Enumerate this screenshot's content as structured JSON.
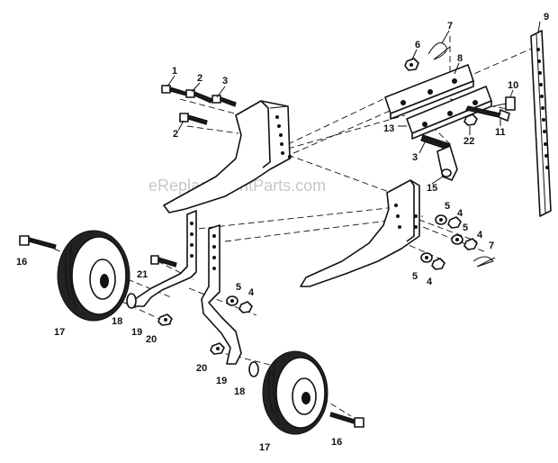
{
  "watermark": "eReplacementParts.com",
  "labels": [
    {
      "id": "c1",
      "text": "1"
    },
    {
      "id": "c2a",
      "text": "2"
    },
    {
      "id": "c3a",
      "text": "3"
    },
    {
      "id": "c2b",
      "text": "2"
    },
    {
      "id": "c6",
      "text": "6"
    },
    {
      "id": "c7a",
      "text": "7"
    },
    {
      "id": "c8",
      "text": "8"
    },
    {
      "id": "c9",
      "text": "9"
    },
    {
      "id": "c10",
      "text": "10"
    },
    {
      "id": "c11",
      "text": "11"
    },
    {
      "id": "c13",
      "text": "13"
    },
    {
      "id": "c22",
      "text": "22"
    },
    {
      "id": "c3b",
      "text": "3"
    },
    {
      "id": "c15",
      "text": "15"
    },
    {
      "id": "c5a",
      "text": "5"
    },
    {
      "id": "c4a",
      "text": "4"
    },
    {
      "id": "c5b",
      "text": "5"
    },
    {
      "id": "c4b",
      "text": "4"
    },
    {
      "id": "c7b",
      "text": "7"
    },
    {
      "id": "c5c",
      "text": "5"
    },
    {
      "id": "c4c",
      "text": "4"
    },
    {
      "id": "c16a",
      "text": "16"
    },
    {
      "id": "c21",
      "text": "21"
    },
    {
      "id": "c17a",
      "text": "17"
    },
    {
      "id": "c18a",
      "text": "18"
    },
    {
      "id": "c19a",
      "text": "19"
    },
    {
      "id": "c20a",
      "text": "20"
    },
    {
      "id": "c5d",
      "text": "5"
    },
    {
      "id": "c4d",
      "text": "4"
    },
    {
      "id": "c20b",
      "text": "20"
    },
    {
      "id": "c19b",
      "text": "19"
    },
    {
      "id": "c18b",
      "text": "18"
    },
    {
      "id": "c17b",
      "text": "17"
    },
    {
      "id": "c16b",
      "text": "16"
    }
  ]
}
